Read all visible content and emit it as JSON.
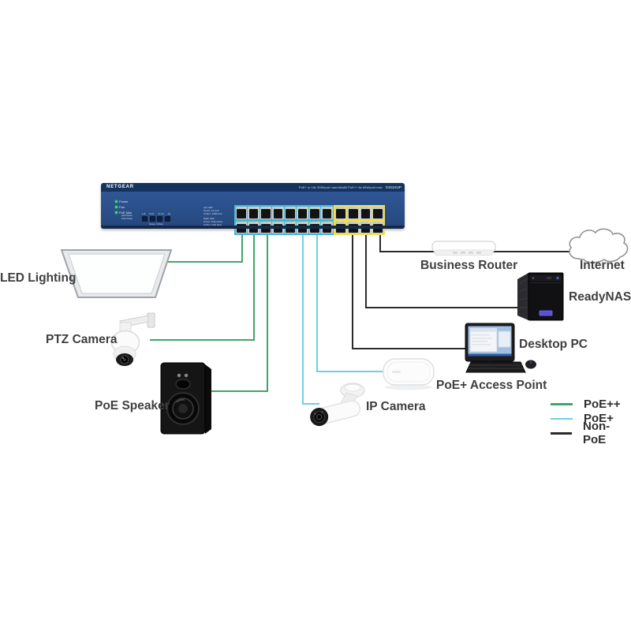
{
  "switch": {
    "brand": "NETGEAR",
    "model": "GS524UP",
    "left_ports_label": "PoE+ or 16x 30W/port max",
    "right_ports_label": "Ultra60 PoE++ 8x 60W/port max",
    "status_leds": [
      "Power",
      "Fan",
      "PoE Max"
    ],
    "mode_text": "Spd Mode\nPoE Mode",
    "button_labels": [
      "1-8",
      "9-16",
      "17-24",
      "All"
    ],
    "buttons_caption": "Reset / Mode",
    "fine_print_1": "Left LED\nGreen: 1G link\nAmber: 100M link",
    "fine_print_2": "Right LED\nGreen: PoE active\nAmber: PoE fault",
    "port_layout": {
      "columns": 12,
      "rows": 2,
      "poe_columns": 8,
      "ultra_columns": 4
    }
  },
  "devices": {
    "led_lighting": {
      "label": "LED Lighting"
    },
    "ptz_camera": {
      "label": "PTZ Camera"
    },
    "poe_speaker": {
      "label": "PoE Speaker"
    },
    "ip_camera": {
      "label": "IP Camera"
    },
    "access_point": {
      "label": "PoE+ Access Point"
    },
    "desktop_pc": {
      "label": "Desktop PC"
    },
    "readynas": {
      "label": "ReadyNAS"
    },
    "business_router": {
      "label": "Business Router"
    },
    "internet": {
      "label": "Internet"
    }
  },
  "connections": [
    {
      "from": "switch",
      "to": "LED Lighting",
      "type": "PoE++"
    },
    {
      "from": "switch",
      "to": "PTZ Camera",
      "type": "PoE++"
    },
    {
      "from": "switch",
      "to": "PoE Speaker",
      "type": "PoE++"
    },
    {
      "from": "switch",
      "to": "IP Camera",
      "type": "PoE+"
    },
    {
      "from": "switch",
      "to": "PoE+ Access Point",
      "type": "PoE+"
    },
    {
      "from": "switch",
      "to": "Desktop PC",
      "type": "Non-PoE"
    },
    {
      "from": "switch",
      "to": "ReadyNAS",
      "type": "Non-PoE"
    },
    {
      "from": "switch",
      "to": "Business Router",
      "type": "Non-PoE"
    },
    {
      "from": "Business Router",
      "to": "Internet",
      "type": "Non-PoE"
    }
  ],
  "legend": {
    "items": [
      {
        "label": "PoE++",
        "color": "#3fa66b"
      },
      {
        "label": "PoE+",
        "color": "#6fcfe2"
      },
      {
        "label": "Non-PoE",
        "color": "#2b2b2b"
      }
    ]
  },
  "colors": {
    "poe_pp": "#3fa66b",
    "poe_p": "#6fcfe2",
    "non_poe": "#2b2b2b",
    "switch_body": "#2d5595",
    "switch_top_bar": "#15335f",
    "poe_port_highlight": "#45b6d8",
    "ultra_port_highlight": "#f2df4d"
  }
}
